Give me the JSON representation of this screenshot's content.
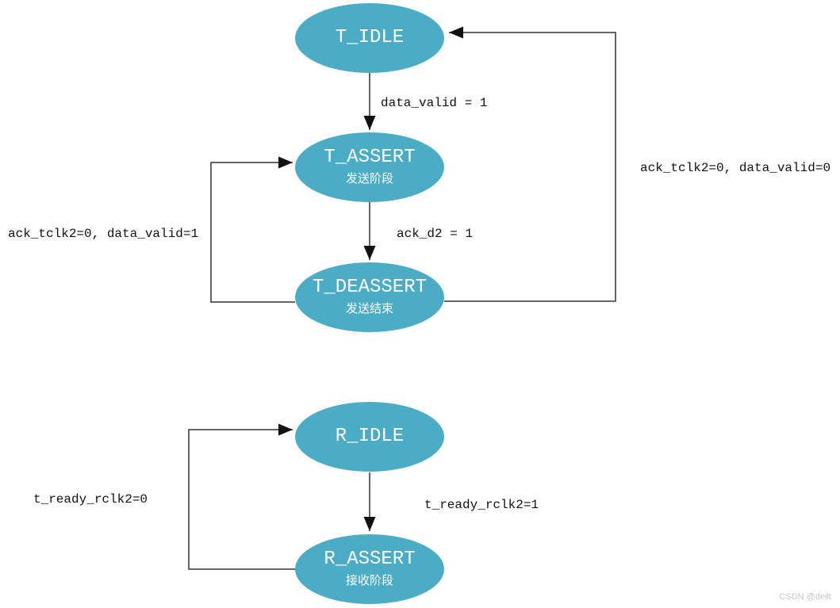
{
  "diagram": {
    "title": "handshake-fsm-state-diagram",
    "accent_color": "#4BACC6",
    "line_color": "#333333",
    "transmit_fsm": {
      "states": [
        {
          "id": "t_idle",
          "title": "T_IDLE",
          "subtitle": ""
        },
        {
          "id": "t_assert",
          "title": "T_ASSERT",
          "subtitle": "发送阶段"
        },
        {
          "id": "t_deassert",
          "title": "T_DEASSERT",
          "subtitle": "发送结束"
        }
      ],
      "transitions": [
        {
          "from": "T_IDLE",
          "to": "T_ASSERT",
          "label": "data_valid = 1"
        },
        {
          "from": "T_ASSERT",
          "to": "T_DEASSERT",
          "label": "ack_d2 = 1"
        },
        {
          "from": "T_DEASSERT",
          "to": "T_IDLE",
          "label": "ack_tclk2=0, data_valid=0"
        },
        {
          "from": "T_DEASSERT",
          "to": "T_ASSERT",
          "label": "ack_tclk2=0, data_valid=1"
        }
      ]
    },
    "receive_fsm": {
      "states": [
        {
          "id": "r_idle",
          "title": "R_IDLE",
          "subtitle": ""
        },
        {
          "id": "r_assert",
          "title": "R_ASSERT",
          "subtitle": "接收阶段"
        }
      ],
      "transitions": [
        {
          "from": "R_IDLE",
          "to": "R_ASSERT",
          "label": "t_ready_rclk2=1"
        },
        {
          "from": "R_ASSERT",
          "to": "R_IDLE",
          "label": "t_ready_rclk2=0"
        }
      ]
    },
    "watermark": "CSDN @deilt"
  }
}
